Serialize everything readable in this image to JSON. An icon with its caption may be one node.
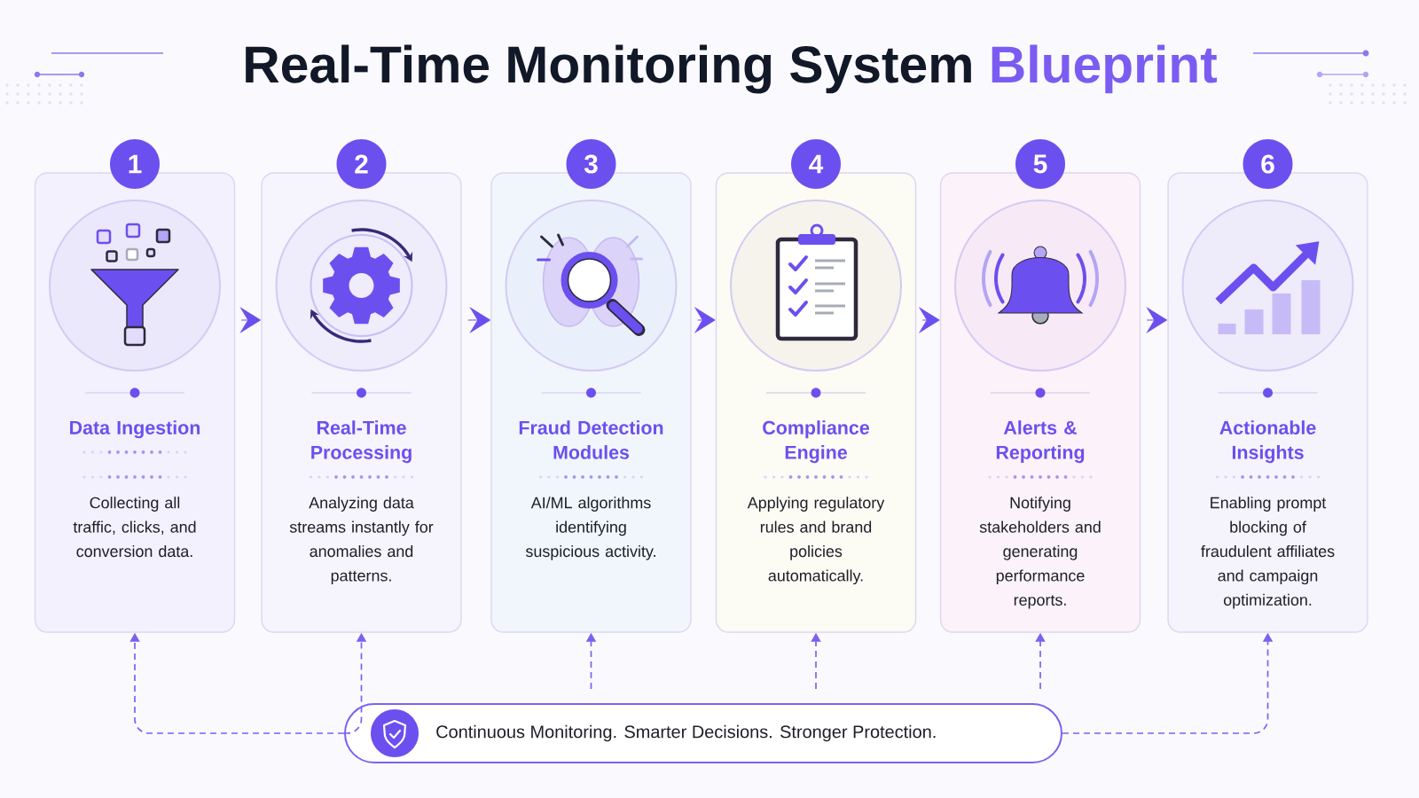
{
  "diagram": {
    "title": "Real-Time Monitoring System Blueprint",
    "nodes": [
      {
        "text": [
          "1"
        ]
      },
      {
        "text": [
          "Data Ingestion",
          "Collecting all traffic, clicks, and conversion data."
        ]
      },
      {
        "text": [
          "2"
        ]
      },
      {
        "text": [
          "Real-Time Processing",
          "Analyzing data streams instantly for anomalies and patterns."
        ]
      },
      {
        "text": [
          "3"
        ]
      },
      {
        "text": [
          "Fraud Detection Modules",
          "AI/ML algorithms identifying suspicious activity."
        ]
      },
      {
        "text": [
          "4"
        ]
      },
      {
        "text": [
          "Compliance Engine",
          "Applying regulatory rules and brand policies automatically."
        ]
      },
      {
        "text": [
          "5"
        ]
      },
      {
        "text": [
          "Alerts & Reporting",
          "Notifying stakeholders and generating performance reports."
        ]
      },
      {
        "text": [
          "6"
        ]
      },
      {
        "text": [
          "Actionable Insights",
          "Enabling prompt blocking of fraudulent affiliates and campaign optimization."
        ]
      },
      {
        "text": [
          "Continuous Monitoring. Smarter Decisions. Stronger Protection."
        ]
      }
    ],
    "edges": [
      {
        "from": 1,
        "to": 3,
        "arrow": "to"
      },
      {
        "from": 3,
        "to": 5,
        "arrow": "to"
      },
      {
        "from": 5,
        "to": 7,
        "arrow": "to"
      },
      {
        "from": 7,
        "to": 9,
        "arrow": "to"
      },
      {
        "from": 9,
        "to": 11,
        "arrow": "to"
      },
      {
        "from": 12,
        "to": 1,
        "arrow": "to",
        "style": "dashed"
      },
      {
        "from": 12,
        "to": 3,
        "arrow": "to",
        "style": "dashed"
      },
      {
        "from": 12,
        "to": 5,
        "arrow": "to",
        "style": "dashed"
      },
      {
        "from": 12,
        "to": 7,
        "arrow": "to",
        "style": "dashed"
      },
      {
        "from": 12,
        "to": 9,
        "arrow": "to",
        "style": "dashed"
      },
      {
        "from": 12,
        "to": 11,
        "arrow": "to",
        "style": "dashed"
      }
    ]
  }
}
